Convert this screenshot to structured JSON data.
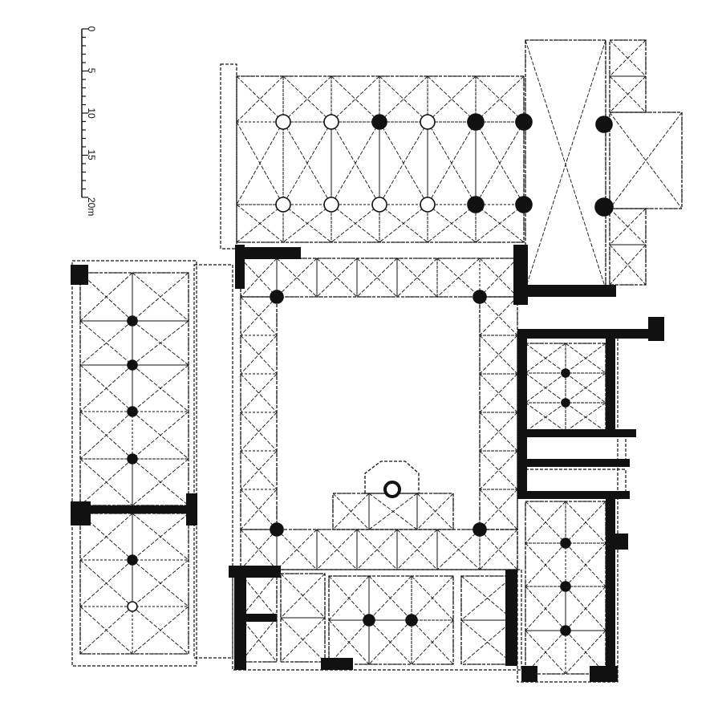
{
  "scale_bar": {
    "ticks": [
      "0",
      "5",
      "10",
      "15",
      "20m"
    ],
    "unit": "m",
    "max_value": 20
  },
  "colors": {
    "ink": "#111111",
    "paper": "#ffffff"
  }
}
